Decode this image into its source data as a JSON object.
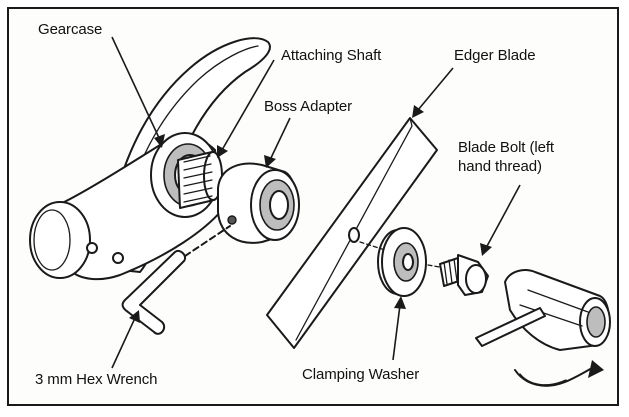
{
  "labels": {
    "gearcase": "Gearcase",
    "attaching_shaft": "Attaching Shaft",
    "boss_adapter": "Boss Adapter",
    "edger_blade": "Edger Blade",
    "blade_bolt_line1": "Blade Bolt (left",
    "blade_bolt_line2": "hand thread)",
    "hex_wrench": "3 mm Hex Wrench",
    "clamping_washer": "Clamping Washer"
  }
}
